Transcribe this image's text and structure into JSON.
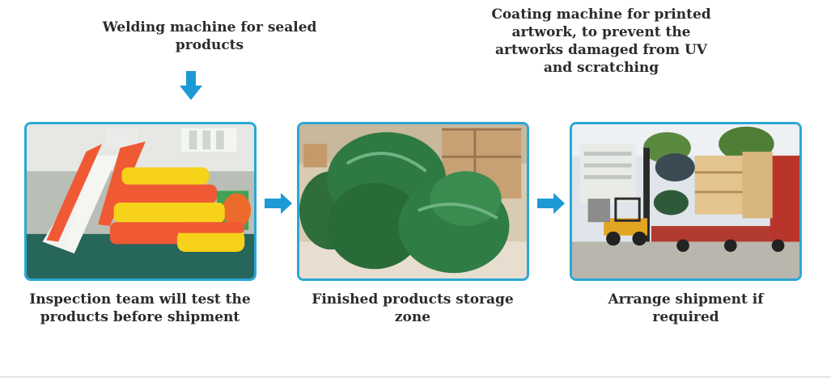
{
  "top_captions": {
    "welding": "Welding machine for sealed products",
    "coating": "Coating machine for printed artwork, to prevent the artworks damaged from UV and scratching"
  },
  "panels": [
    {
      "caption": "Inspection team will test the products before shipment"
    },
    {
      "caption": "Finished products storage zone"
    },
    {
      "caption": "Arrange shipment if required"
    }
  ],
  "colors": {
    "accent": "#2aa7d6",
    "arrow": "#1d9ad6",
    "text": "#2b2b2b"
  },
  "icons": {
    "down_arrow": "arrow-down-icon",
    "right_arrow": "arrow-right-icon"
  }
}
